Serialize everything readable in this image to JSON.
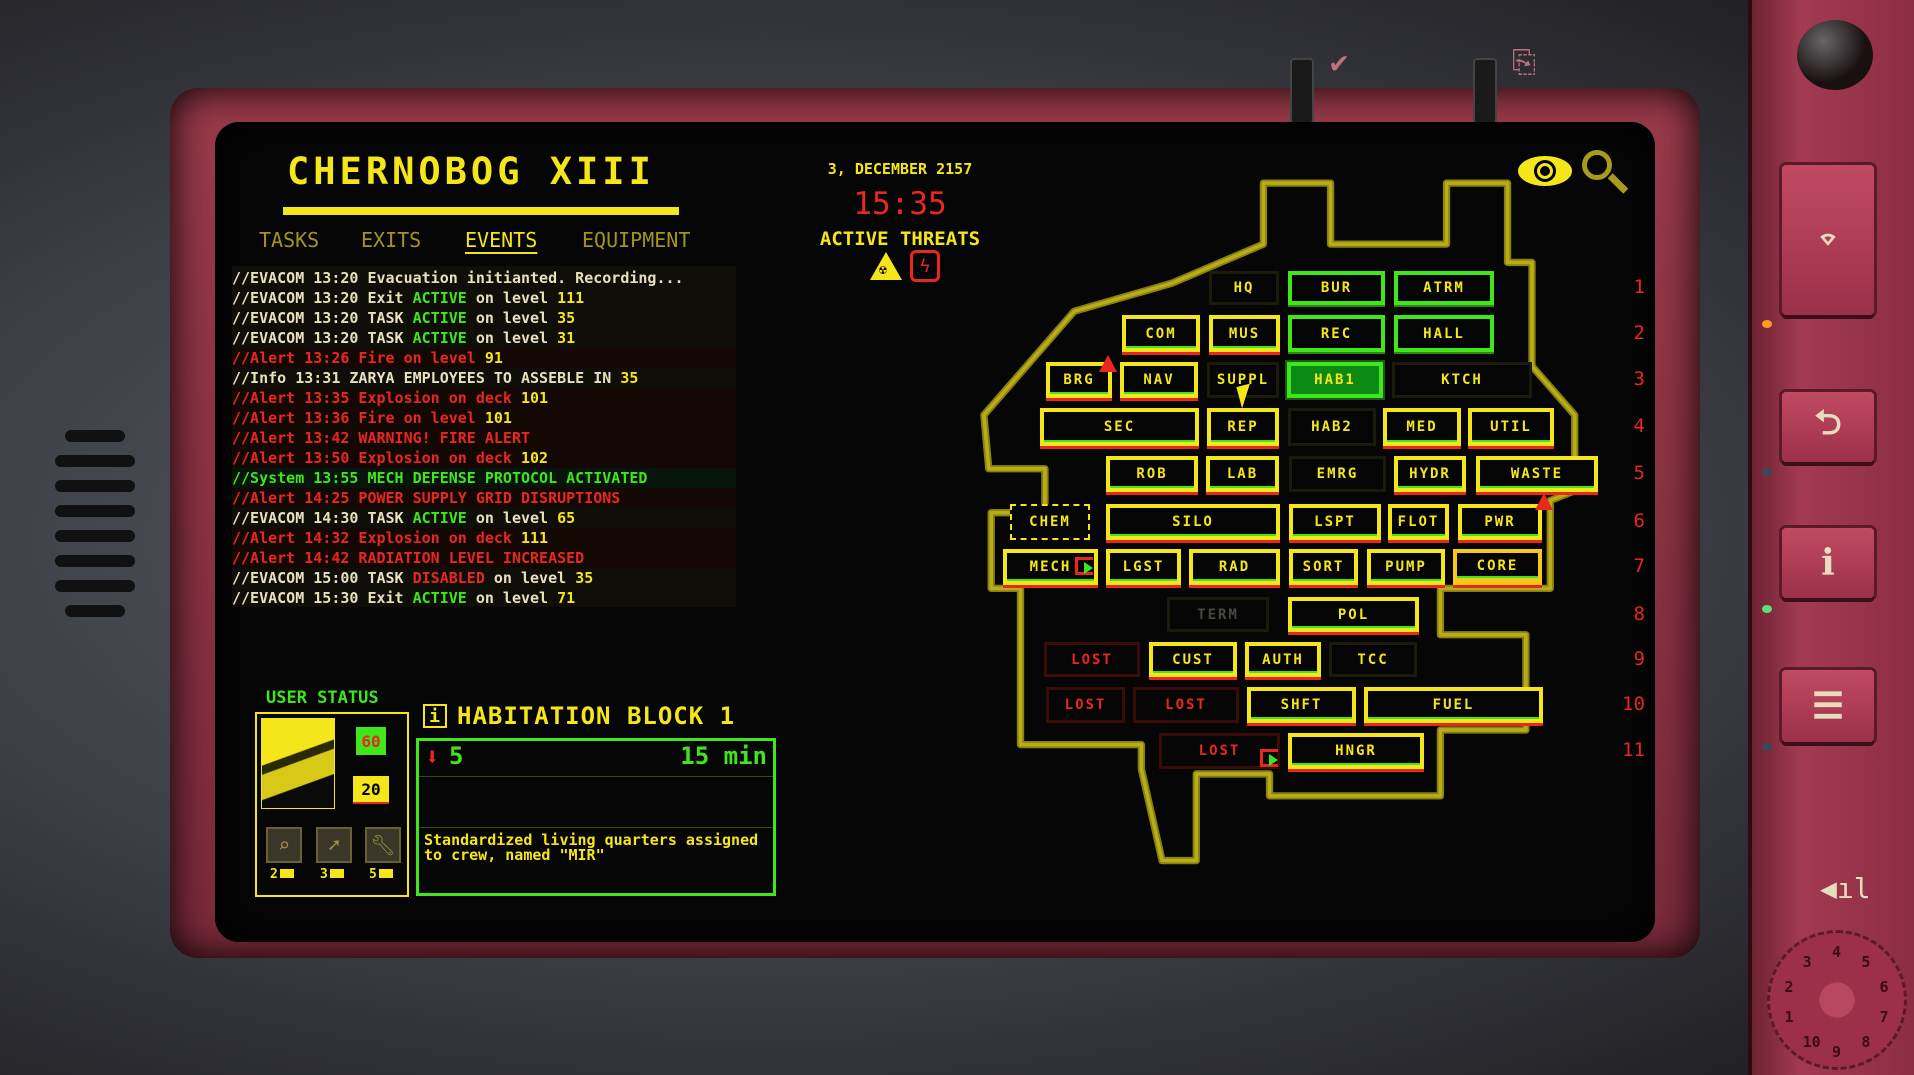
{
  "header": {
    "title": "CHERNOBOG XIII",
    "tabs": [
      "TASKS",
      "EXITS",
      "EVENTS",
      "EQUIPMENT"
    ],
    "active_tab": "EVENTS"
  },
  "status": {
    "date": "3, DECEMBER 2157",
    "time": "15:35",
    "threats_label": "ACTIVE THREATS",
    "threat_icons": [
      "radiation-icon",
      "power-hazard-icon"
    ]
  },
  "log": [
    {
      "type": "info",
      "parts": [
        [
          "//EVACOM 13:20 Evacuation initianted. Recording...",
          "c"
        ]
      ]
    },
    {
      "type": "info",
      "parts": [
        [
          "//EVACOM 13:20 Exit ",
          "c"
        ],
        [
          "ACTIVE",
          "g"
        ],
        [
          " on level ",
          "c"
        ],
        [
          "111",
          "y"
        ]
      ]
    },
    {
      "type": "info",
      "parts": [
        [
          "//EVACOM 13:20 TASK ",
          "c"
        ],
        [
          "ACTIVE",
          "g"
        ],
        [
          " on level ",
          "c"
        ],
        [
          "35",
          "y"
        ]
      ]
    },
    {
      "type": "info",
      "parts": [
        [
          "//EVACOM 13:20 TASK ",
          "c"
        ],
        [
          "ACTIVE",
          "g"
        ],
        [
          " on level ",
          "c"
        ],
        [
          "31",
          "y"
        ]
      ]
    },
    {
      "type": "alert",
      "parts": [
        [
          "//Alert 13:26 Fire on level ",
          "r"
        ],
        [
          "91",
          "y"
        ]
      ]
    },
    {
      "type": "info",
      "parts": [
        [
          "//Info 13:31 ZARYA EMPLOYEES TO ASSEBLE IN ",
          "c"
        ],
        [
          "35",
          "y"
        ]
      ]
    },
    {
      "type": "alert",
      "parts": [
        [
          "//Alert 13:35 Explosion on deck ",
          "r"
        ],
        [
          "101",
          "y"
        ]
      ]
    },
    {
      "type": "alert",
      "parts": [
        [
          "//Alert 13:36 Fire on level ",
          "r"
        ],
        [
          "101",
          "y"
        ]
      ]
    },
    {
      "type": "alert",
      "parts": [
        [
          "//Alert 13:42 WARNING! FIRE ALERT",
          "r"
        ]
      ]
    },
    {
      "type": "alert",
      "parts": [
        [
          "//Alert 13:50 Explosion on deck ",
          "r"
        ],
        [
          "102",
          "y"
        ]
      ]
    },
    {
      "type": "sys",
      "parts": [
        [
          "//System 13:55 MECH DEFENSE PROTOCOL ACTIVATED",
          "g"
        ]
      ]
    },
    {
      "type": "alert",
      "parts": [
        [
          "//Alert 14:25 POWER SUPPLY GRID DISRUPTIONS",
          "r"
        ]
      ]
    },
    {
      "type": "info",
      "parts": [
        [
          "//EVACOM 14:30 TASK ",
          "c"
        ],
        [
          "ACTIVE",
          "g"
        ],
        [
          " on level ",
          "c"
        ],
        [
          "65",
          "y"
        ]
      ]
    },
    {
      "type": "alert",
      "parts": [
        [
          "//Alert 14:32 Explosion on deck ",
          "r"
        ],
        [
          "111",
          "y"
        ]
      ]
    },
    {
      "type": "alert",
      "parts": [
        [
          "//Alert 14:42 RADIATION LEVEL INCREASED",
          "r"
        ]
      ]
    },
    {
      "type": "info",
      "parts": [
        [
          "//EVACOM 15:00 TASK ",
          "c"
        ],
        [
          "DISABLED",
          "r"
        ],
        [
          " on level ",
          "c"
        ],
        [
          "35",
          "y"
        ]
      ]
    },
    {
      "type": "info",
      "parts": [
        [
          "//EVACOM 15:30 Exit ",
          "c"
        ],
        [
          "ACTIVE",
          "g"
        ],
        [
          " on level ",
          "c"
        ],
        [
          "71",
          "y"
        ]
      ]
    }
  ],
  "user_status": {
    "label": "USER STATUS",
    "health": "60",
    "ammo": "20",
    "tools": [
      {
        "icon": "inspect-icon",
        "count": "2"
      },
      {
        "icon": "interact-icon",
        "count": "3"
      },
      {
        "icon": "wrench-icon",
        "count": "5"
      }
    ]
  },
  "info_panel": {
    "title": "HABITATION BLOCK 1",
    "occupants": "5",
    "time": "15 min",
    "description": "Standardized living quarters assigned to crew, named \"MIR\""
  },
  "map": {
    "row_numbers": [
      "1",
      "2",
      "3",
      "4",
      "5",
      "6",
      "7",
      "8",
      "9",
      "10",
      "11"
    ],
    "rooms": [
      {
        "label": "HQ",
        "status": "dim"
      },
      {
        "label": "BUR",
        "status": "secured"
      },
      {
        "label": "ATRM",
        "status": "secured"
      },
      {
        "label": "COM",
        "status": "active"
      },
      {
        "label": "MUS",
        "status": "active"
      },
      {
        "label": "REC",
        "status": "secured"
      },
      {
        "label": "HALL",
        "status": "secured"
      },
      {
        "label": "BRG",
        "status": "active"
      },
      {
        "label": "NAV",
        "status": "active"
      },
      {
        "label": "SUPPL",
        "status": "dim"
      },
      {
        "label": "HAB1",
        "status": "selected"
      },
      {
        "label": "KTCH",
        "status": "dim"
      },
      {
        "label": "SEC",
        "status": "active"
      },
      {
        "label": "REP",
        "status": "active"
      },
      {
        "label": "HAB2",
        "status": "dim"
      },
      {
        "label": "MED",
        "status": "active"
      },
      {
        "label": "UTIL",
        "status": "active"
      },
      {
        "label": "ROB",
        "status": "active"
      },
      {
        "label": "LAB",
        "status": "active"
      },
      {
        "label": "EMRG",
        "status": "dim"
      },
      {
        "label": "HYDR",
        "status": "active"
      },
      {
        "label": "WASTE",
        "status": "active"
      },
      {
        "label": "CHEM",
        "status": "glitch"
      },
      {
        "label": "SILO",
        "status": "active"
      },
      {
        "label": "LSPT",
        "status": "active"
      },
      {
        "label": "FLOT",
        "status": "active"
      },
      {
        "label": "PWR",
        "status": "active"
      },
      {
        "label": "MECH",
        "status": "active"
      },
      {
        "label": "LGST",
        "status": "active"
      },
      {
        "label": "RAD",
        "status": "active"
      },
      {
        "label": "SORT",
        "status": "active"
      },
      {
        "label": "PUMP",
        "status": "active"
      },
      {
        "label": "CORE",
        "status": "core"
      },
      {
        "label": "TERM",
        "status": "term"
      },
      {
        "label": "POL",
        "status": "active"
      },
      {
        "label": "LOST",
        "status": "lost"
      },
      {
        "label": "CUST",
        "status": "active"
      },
      {
        "label": "AUTH",
        "status": "active"
      },
      {
        "label": "TCC",
        "status": "dim"
      },
      {
        "label": "LOST",
        "status": "lost"
      },
      {
        "label": "LOST",
        "status": "lost"
      },
      {
        "label": "SHFT",
        "status": "active"
      },
      {
        "label": "FUEL",
        "status": "active"
      },
      {
        "label": "LOST",
        "status": "lost"
      },
      {
        "label": "HNGR",
        "status": "active"
      }
    ]
  },
  "dial_numbers": [
    "1",
    "2",
    "3",
    "4",
    "5",
    "6",
    "7",
    "8",
    "9",
    "10"
  ],
  "colors": {
    "yellow": "#f5e61a",
    "green": "#3fe61c",
    "red": "#e8281e",
    "panel": "#a33a52"
  }
}
